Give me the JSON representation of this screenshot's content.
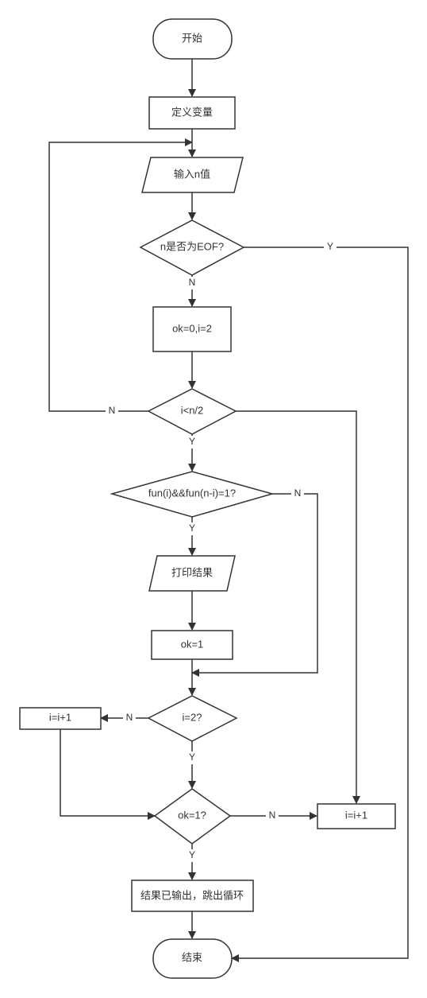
{
  "nodes": {
    "start": "开始",
    "define_vars": "定义变量",
    "input_n": "输入n值",
    "is_eof": "n是否为EOF?",
    "init_ok_i": "ok=0,i=2",
    "i_lt_half": "i<n/2",
    "fun_check": "fun(i)&&fun(n-i)=1?",
    "print_result": "打印结果",
    "set_ok": "ok=1",
    "i_eq_2": "i=2?",
    "left_inc": "i=i+1",
    "ok_eq_1": "ok=1?",
    "right_inc": "i=i+1",
    "result_output": "结果已输出，跳出循环",
    "end": "结束"
  },
  "edges": {
    "eof_yes": "Y",
    "eof_no": "N",
    "lt_no": "N",
    "lt_yes": "Y",
    "fun_no": "N",
    "fun_yes": "Y",
    "i2_no": "N",
    "i2_yes": "Y",
    "ok_no": "N",
    "ok_yes": "Y"
  }
}
